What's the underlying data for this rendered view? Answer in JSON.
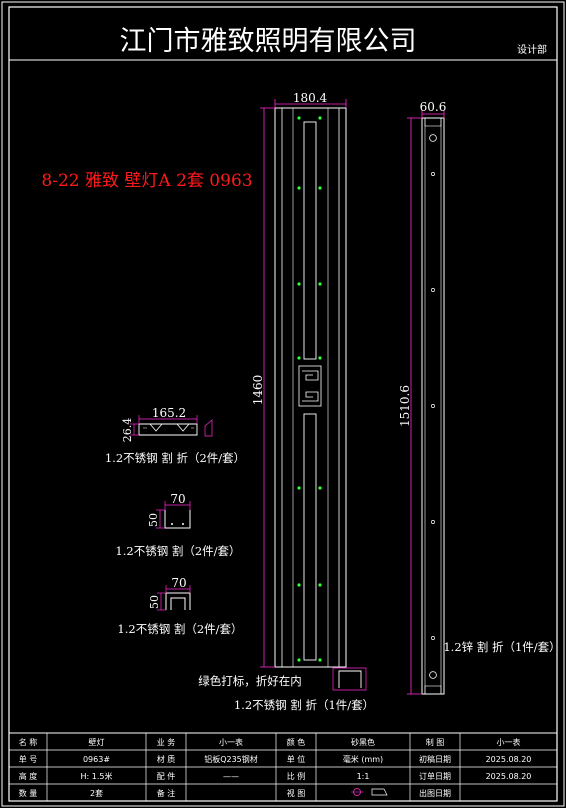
{
  "header": {
    "company": "江门市雅致照明有限公司",
    "department": "设计部"
  },
  "order_label": "8-22 雅致 壁灯A 2套 0963",
  "colors": {
    "background": "#000000",
    "line": "#ffffff",
    "dimension": "#ff2bd6",
    "order_text": "#ff1a1a",
    "marker": "#33ff33"
  },
  "main_part": {
    "width_dim": "180.4",
    "height_dim": "1460",
    "note": "绿色打标，折好在内",
    "caption": "1.2不锈钢 割 折（1件/套）"
  },
  "side_part": {
    "width_dim": "60.6",
    "height_dim": "1510.6",
    "caption": "1.2锌 割 折（1件/套）"
  },
  "profiles": [
    {
      "dim_w": "165.2",
      "dim_h": "26.4",
      "caption": "1.2不锈钢 割 折（2件/套）"
    },
    {
      "dim_w": "70",
      "dim_h": "50",
      "caption": "1.2不锈钢 割（2件/套）"
    },
    {
      "dim_w": "70",
      "dim_h": "50",
      "caption": "1.2不锈钢 割（2件/套）"
    }
  ],
  "title_block": {
    "rows": [
      [
        "名 称",
        "壁灯",
        "业 务",
        "小一表",
        "颜 色",
        "砂黑色",
        "制 图",
        "小一表"
      ],
      [
        "单 号",
        "0963#",
        "材 质",
        "铝板Q235钢材",
        "单 位",
        "毫米 (mm)",
        "初稿日期",
        "2025.08.20"
      ],
      [
        "高 度",
        "H: 1.5米",
        "配 件",
        "——",
        "比 例",
        "1:1",
        "订单日期",
        "2025.08.20"
      ],
      [
        "数 量",
        "2套",
        "备 注",
        "",
        "视 图",
        "",
        "出图日期",
        ""
      ]
    ]
  }
}
